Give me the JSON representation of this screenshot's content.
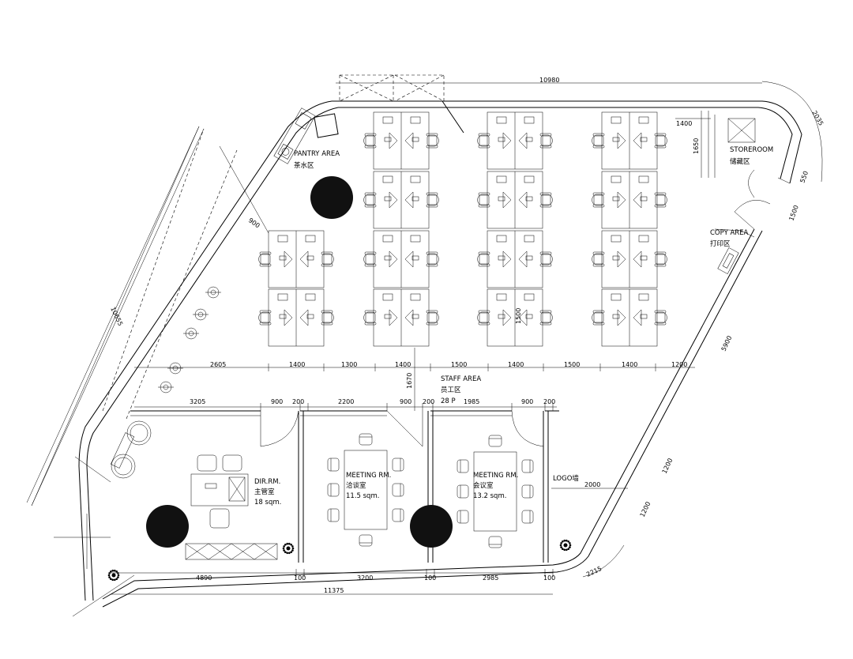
{
  "rooms": {
    "pantry": {
      "en": "PANTRY AREA",
      "zh": "茶水区"
    },
    "storeroom": {
      "en": "STOREROOM",
      "zh": "储藏区"
    },
    "copy": {
      "en": "COPY AREA",
      "zh": "打印区"
    },
    "staff": {
      "en": "STAFF AREA",
      "zh": "员工区",
      "count": "28 P"
    },
    "director": {
      "en": "DIR.RM.",
      "zh": "主管室",
      "area": "18 sqm."
    },
    "meeting1": {
      "en": "MEETING RM.",
      "zh": "洽谈室",
      "area": "11.5 sqm."
    },
    "meeting2": {
      "en": "MEETING RM.",
      "zh": "会议室",
      "area": "13.2 sqm."
    },
    "logo_wall": "LOGO墙"
  },
  "dimensions": {
    "top_width": "10980",
    "top_right_corner": "2035",
    "storeroom_width": "1400",
    "storeroom_depth": "1650",
    "right_door": "550",
    "right_segment": "1500",
    "right_long": "5900",
    "right_lower_1": "1200",
    "right_lower_2": "1200",
    "bottom_right_corner": "2215",
    "left_long": "10655",
    "pantry_offset": "900",
    "corridor_gap": "1670",
    "logo_wall_width": "2000",
    "desk_row": [
      "2605",
      "1400",
      "1300",
      "1400",
      "1500",
      "1400",
      "1500",
      "1400",
      "1200"
    ],
    "room_row": [
      "3205",
      "900",
      "200",
      "2200",
      "900",
      "200",
      "1985",
      "900",
      "200"
    ],
    "bottom_row": [
      "4890",
      "100",
      "3200",
      "100",
      "2985",
      "100"
    ],
    "bottom_total": "11375",
    "desk_side": "1500"
  },
  "icons": [
    "chair-icon",
    "desk-icon",
    "monitor-icon",
    "round-table-icon",
    "plant-icon",
    "copier-icon",
    "door-swing-icon",
    "sofa-icon"
  ]
}
